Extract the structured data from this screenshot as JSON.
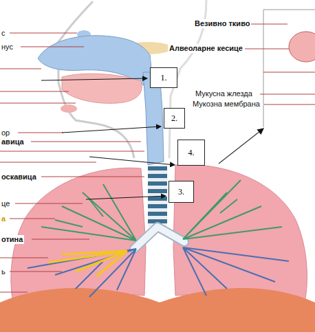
{
  "diagram": {
    "nodes": [
      {
        "text": [
          "1."
        ]
      },
      {
        "text": [
          "2."
        ]
      },
      {
        "text": [
          "4."
        ]
      },
      {
        "text": [
          "3."
        ]
      }
    ],
    "labels": [
      "Везивно ткиво",
      "с",
      "нус",
      "Алвеоларне кесице",
      "Мукусна жлезда",
      "Мукозна мембрана",
      "ор",
      "авица",
      "оскавица",
      "це",
      "а",
      "отина",
      "ь"
    ]
  }
}
